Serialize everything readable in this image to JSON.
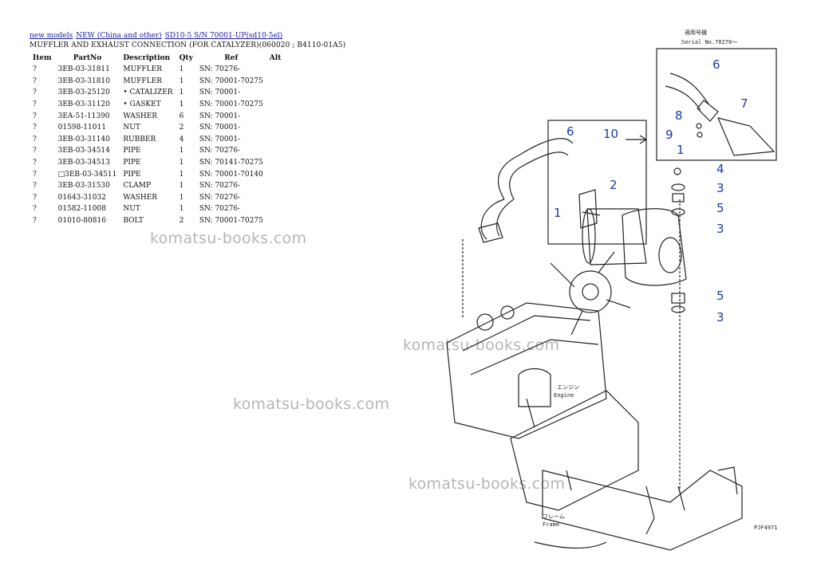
{
  "breadcrumb": {
    "link1": "new models",
    "link2": "NEW (China and other)",
    "link3": "SD10-5 S/N 70001-UP(sd10-5el)"
  },
  "title": "MUFFLER AND EXHAUST CONNECTION (FOR CATALYZER)(060020 ; B4110-01A5)",
  "table": {
    "headers": {
      "item": "Item",
      "part": "PartNo",
      "desc": "Description",
      "qty": "Qty",
      "ref": "Ref",
      "alt": "Alt"
    },
    "rows": [
      {
        "item": "?",
        "part": "3EB-03-31811",
        "desc": "MUFFLER",
        "qty": "1",
        "ref": "SN: 70276-"
      },
      {
        "item": "?",
        "part": "3EB-03-31810",
        "desc": "MUFFLER",
        "qty": "1",
        "ref": "SN: 70001-70275"
      },
      {
        "item": "?",
        "part": "3EB-03-25120",
        "desc": "• CATALIZER",
        "qty": "1",
        "ref": "SN: 70001-"
      },
      {
        "item": "?",
        "part": "3EB-03-31120",
        "desc": "• GASKET",
        "qty": "1",
        "ref": "SN: 70001-70275"
      },
      {
        "item": "?",
        "part": "3EA-51-11390",
        "desc": "WASHER",
        "qty": "6",
        "ref": "SN: 70001-"
      },
      {
        "item": "?",
        "part": "01598-11011",
        "desc": "NUT",
        "qty": "2",
        "ref": "SN: 70001-"
      },
      {
        "item": "?",
        "part": "3EB-03-31140",
        "desc": "RUBBER",
        "qty": "4",
        "ref": "SN: 70001-"
      },
      {
        "item": "?",
        "part": "3EB-03-34514",
        "desc": "PIPE",
        "qty": "1",
        "ref": "SN: 70276-"
      },
      {
        "item": "?",
        "part": "3EB-03-34513",
        "desc": "PIPE",
        "qty": "1",
        "ref": "SN: 70141-70275"
      },
      {
        "item": "?",
        "part": "□3EB-03-34511",
        "desc": "PIPE",
        "qty": "1",
        "ref": "SN: 70001-70140"
      },
      {
        "item": "?",
        "part": "3EB-03-31530",
        "desc": "CLAMP",
        "qty": "1",
        "ref": "SN: 70276-"
      },
      {
        "item": "?",
        "part": "01643-31032",
        "desc": "WASHER",
        "qty": "1",
        "ref": "SN: 70276-"
      },
      {
        "item": "?",
        "part": "01582-11008",
        "desc": "NUT",
        "qty": "1",
        "ref": "SN: 70276-"
      },
      {
        "item": "?",
        "part": "01010-80816",
        "desc": "BOLT",
        "qty": "2",
        "ref": "SN: 70001-70275"
      }
    ]
  },
  "watermarks": [
    "komatsu-books.com",
    "komatsu-books.com",
    "komatsu-books.com",
    "komatsu-books.com"
  ],
  "diagram": {
    "serial_jp": "適用号機",
    "serial": "Serial No.70276～",
    "engine_jp": "エンジン",
    "engine": "Engine",
    "frame_jp": "フレーム",
    "frame": "Frame",
    "code": "PJF4971",
    "callouts": [
      "6",
      "7",
      "8",
      "9",
      "1",
      "6",
      "10",
      "2",
      "1",
      "4",
      "3",
      "5",
      "3",
      "5",
      "3"
    ],
    "callout_color": "#1d3aa8"
  }
}
